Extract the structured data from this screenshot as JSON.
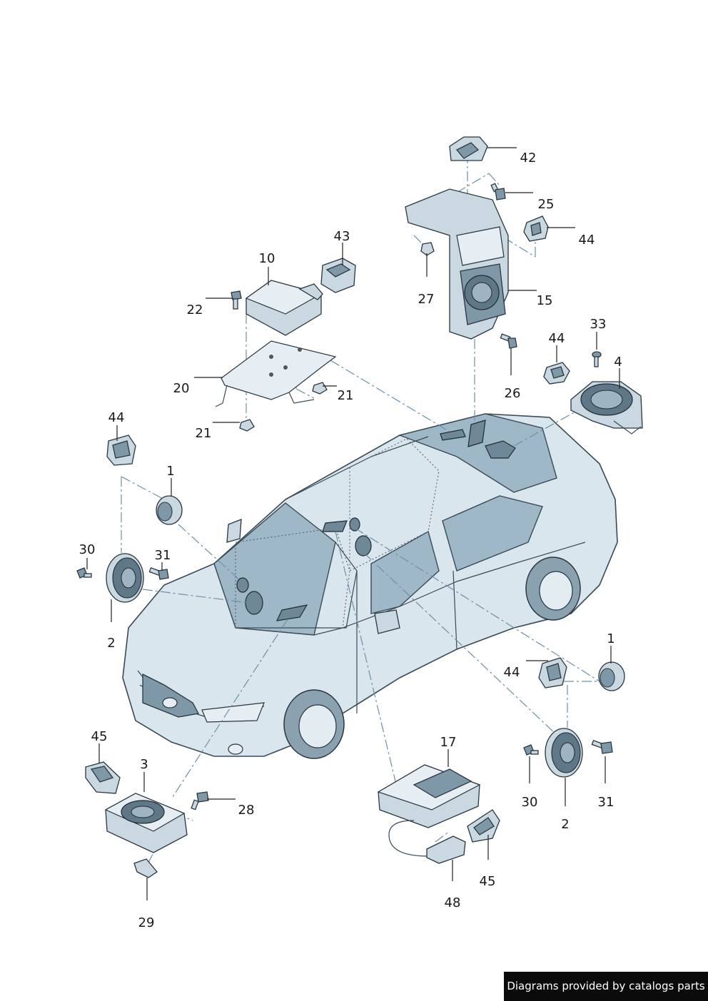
{
  "labels": {
    "l1a": "1",
    "l1b": "1",
    "l2a": "2",
    "l2b": "2",
    "l3": "3",
    "l4": "4",
    "l10": "10",
    "l15": "15",
    "l17": "17",
    "l20": "20",
    "l21a": "21",
    "l21b": "21",
    "l22": "22",
    "l25": "25",
    "l26": "26",
    "l27": "27",
    "l28": "28",
    "l29": "29",
    "l30a": "30",
    "l30b": "30",
    "l31a": "31",
    "l31b": "31",
    "l33": "33",
    "l42": "42",
    "l43": "43",
    "l44a": "44",
    "l44b": "44",
    "l44c": "44",
    "l44d": "44",
    "l45a": "45",
    "l45b": "45",
    "l48": "48"
  },
  "footer": {
    "credit": "Diagrams provided by catalogs parts"
  }
}
